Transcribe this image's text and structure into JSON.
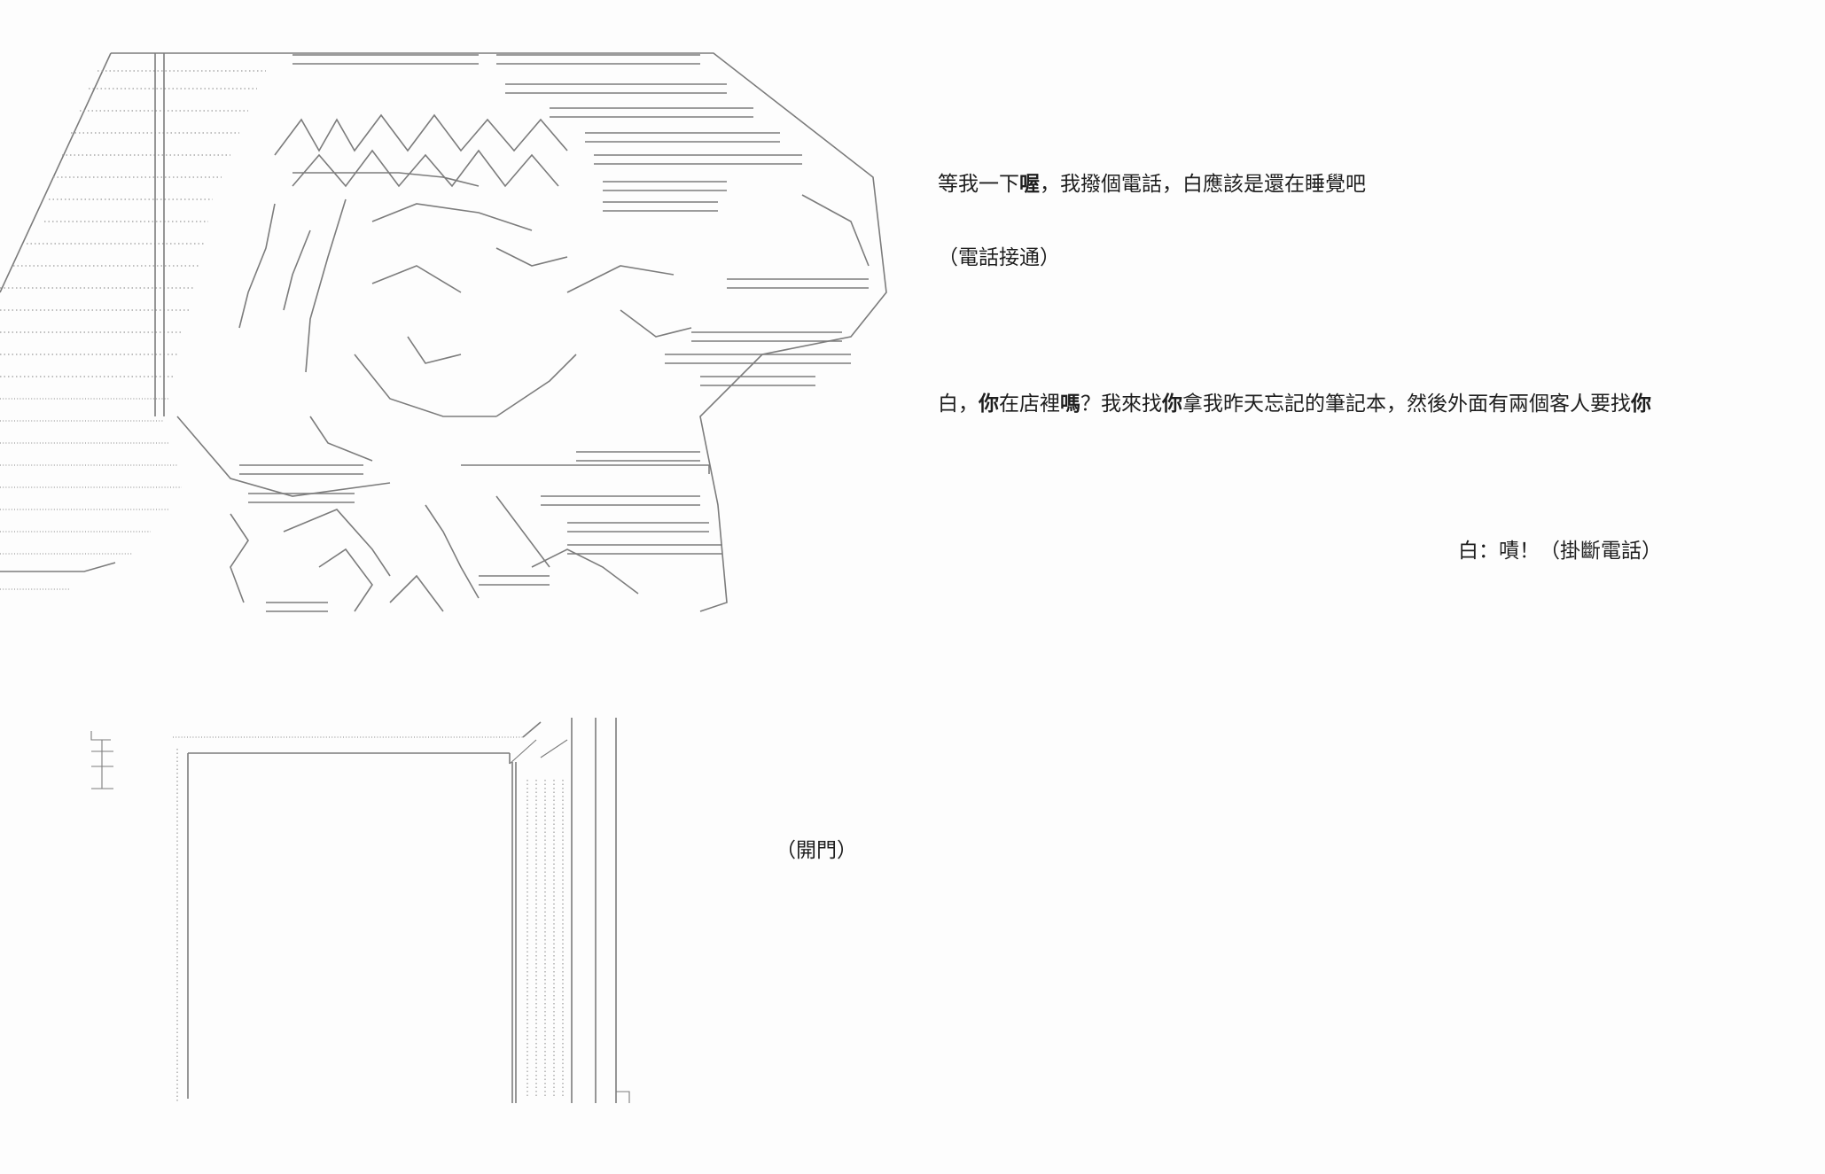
{
  "dialogue": {
    "line1": {
      "parts": [
        {
          "text": "等我一下",
          "bold": false
        },
        {
          "text": "喔",
          "bold": true
        },
        {
          "text": "，我撥個電話，白應該是還在睡覺吧",
          "bold": false
        }
      ]
    },
    "line2": {
      "parts": [
        {
          "text": "（電話接通）",
          "bold": false
        }
      ]
    },
    "line3": {
      "parts": [
        {
          "text": "白，",
          "bold": false
        },
        {
          "text": "你",
          "bold": true
        },
        {
          "text": "在店裡",
          "bold": false
        },
        {
          "text": "嗎",
          "bold": true
        },
        {
          "text": "？我來找",
          "bold": false
        },
        {
          "text": "你",
          "bold": true
        },
        {
          "text": "拿我昨天忘記的筆記本，然後外面有兩個客人要找",
          "bold": false
        },
        {
          "text": "你",
          "bold": true
        }
      ]
    },
    "line4": {
      "parts": [
        {
          "text": "白：嘖！（掛斷電話）",
          "bold": false
        }
      ]
    },
    "door_label": "（開門）"
  },
  "art": {
    "character": "ascii-art-character-on-phone",
    "door": "ascii-art-door"
  },
  "colors": {
    "background": "#fdfdfd",
    "text": "#1e1e1e",
    "art_stroke": "#7c7c7c"
  }
}
